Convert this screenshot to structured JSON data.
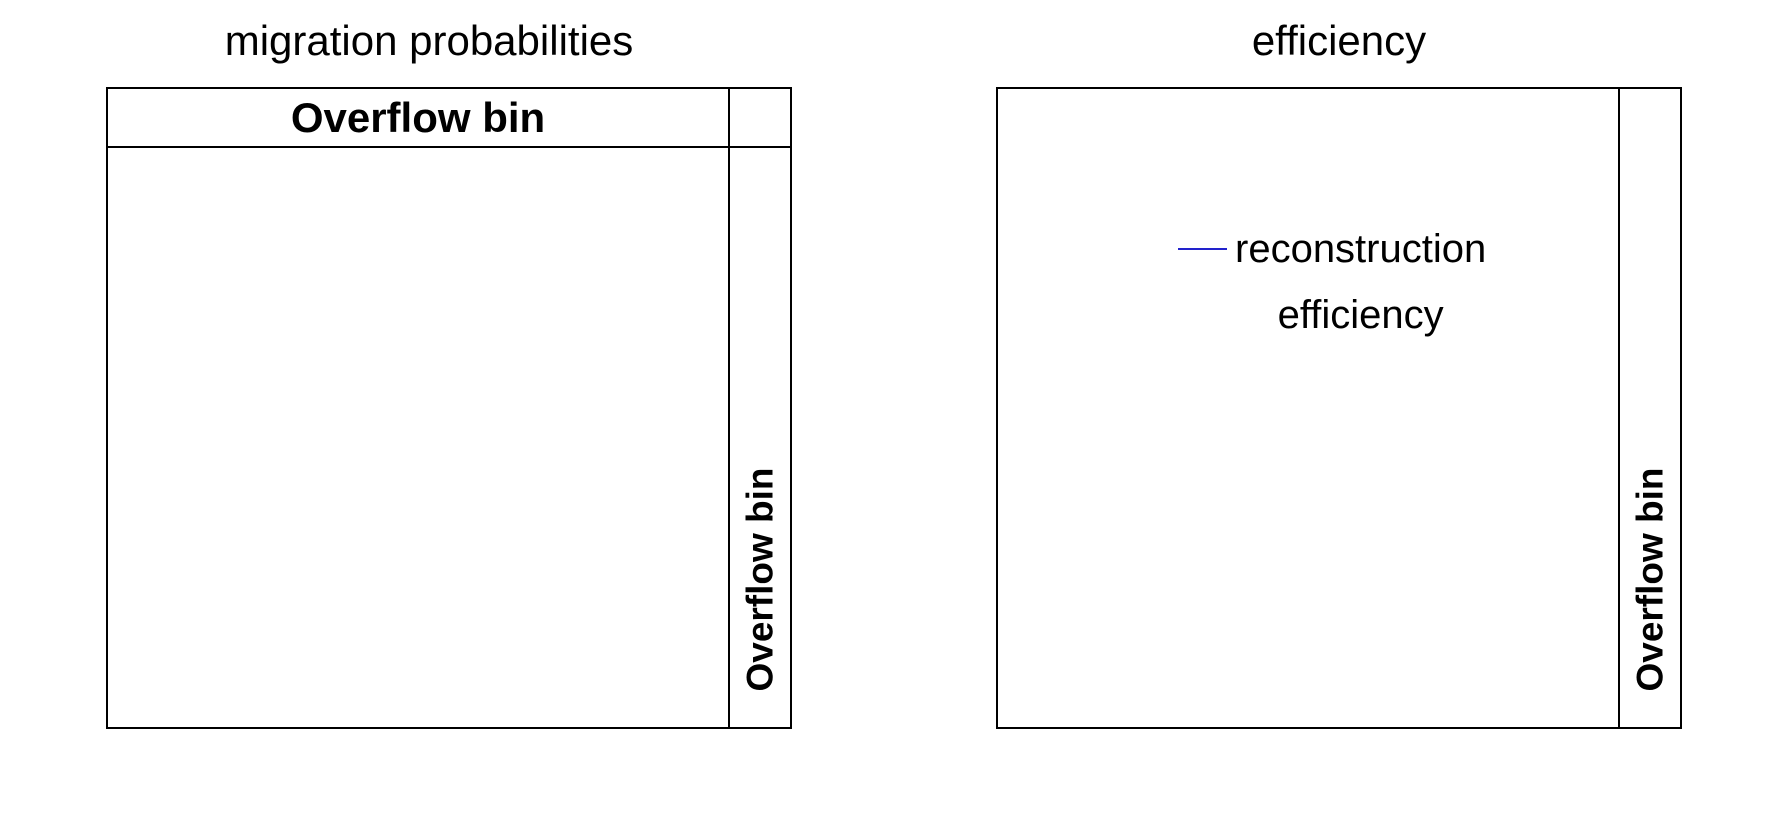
{
  "colors": {
    "background": "#ffffff",
    "frame_line": "#000000",
    "text": "#000000",
    "legend_line_blue": "#2222cc"
  },
  "panels": {
    "left": {
      "title": "migration probabilities",
      "overflow_header_label": "Overflow bin",
      "overflow_side_label": "Overflow bin"
    },
    "right": {
      "title": "efficiency",
      "legend": {
        "entry_line1": "reconstruction",
        "entry_line2": "efficiency"
      },
      "overflow_side_label": "Overflow bin"
    }
  },
  "chart_data": [
    {
      "type": "heatmap",
      "title": "migration probabilities",
      "xlabel": "",
      "ylabel": "",
      "annotations": [
        "Overflow bin"
      ],
      "overflow_bins": {
        "top_band_label": "Overflow bin",
        "right_band_label": "Overflow bin"
      },
      "series": [],
      "grid": false,
      "legend_position": "none"
    },
    {
      "type": "line",
      "title": "efficiency",
      "xlabel": "",
      "ylabel": "",
      "annotations": [
        "Overflow bin"
      ],
      "overflow_bins": {
        "right_band_label": "Overflow bin"
      },
      "series": [
        {
          "name": "reconstruction efficiency",
          "x": [],
          "y": [],
          "color": "#2222cc"
        }
      ],
      "grid": false,
      "legend_position": "upper-center-inside"
    }
  ]
}
